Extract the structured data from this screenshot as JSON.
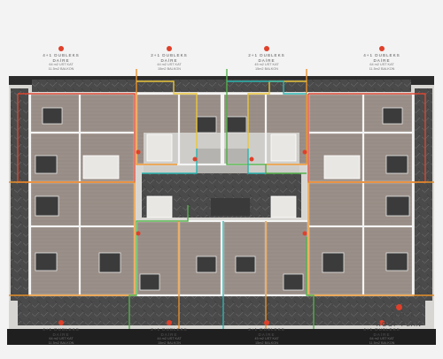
{
  "accent_color": "#e0402a",
  "units_top": [
    {
      "type": "4+1 DUBLEKS",
      "daire": "DAİRE",
      "area": "64 m2 UST KAT",
      "balcony": "11.5m2 BALKON"
    },
    {
      "type": "2+1 DUBLEKS",
      "daire": "DAİRE",
      "area": "44 m2 UST KAT",
      "balcony": "15m2 BALKON"
    },
    {
      "type": "2+1 DUBLEKS",
      "daire": "DAİRE",
      "area": "45 m2 UST KAT",
      "balcony": "15m2 BALKON"
    },
    {
      "type": "4+1 DUBLEKS",
      "daire": "DAİRE",
      "area": "64 m2 UST KAT",
      "balcony": "11.5m2 BALKON"
    }
  ],
  "units_bottom": [
    {
      "type": "4+1 DUBLEKS",
      "daire": "DAİRE",
      "area": "64 m2 UST KAT",
      "balcony": "11.5m2 BALKON"
    },
    {
      "type": "2+1 DUBLEKS",
      "daire": "DAİRE",
      "area": "44 m2 UST KAT",
      "balcony": "15m2 BALKON"
    },
    {
      "type": "2+1 DUBLEKS",
      "daire": "DAİRE",
      "area": "45 m2 UST KAT",
      "balcony": "15m2 BALKON"
    },
    {
      "type": "4+1 DUBLEKS",
      "daire": "DAİRE",
      "area": "64 m2 UST KAT",
      "balcony": "11.5m2 BALKON"
    }
  ],
  "block": {
    "line1": "A BLOCK",
    "line2": "ROOF PLAN"
  },
  "outline_colors": {
    "red": "#d9452f",
    "orange": "#e8902a",
    "yellow": "#e9c53a",
    "green": "#53b04a",
    "teal": "#2bb5b0"
  }
}
